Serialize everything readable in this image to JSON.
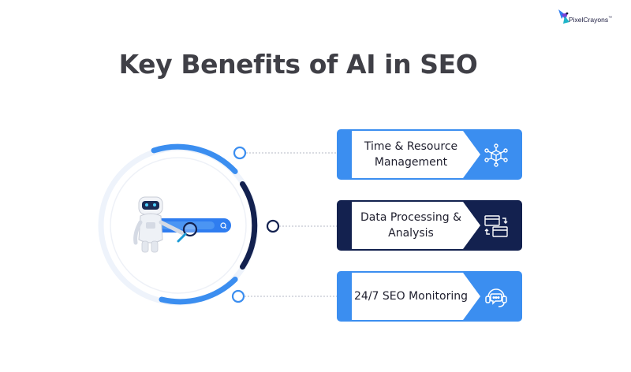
{
  "brand": {
    "name": "PixelCrayons",
    "trademark": "™"
  },
  "title": "Key Benefits of AI in SEO",
  "benefits": [
    {
      "label": "Time & Resource Management",
      "icon": "network-cube-icon",
      "theme": "blue"
    },
    {
      "label": "Data Processing & Analysis",
      "icon": "data-transfer-icon",
      "theme": "navy"
    },
    {
      "label": "24/7 SEO Monitoring",
      "icon": "support-headset-icon",
      "theme": "blue"
    }
  ],
  "colors": {
    "accent_blue": "#3b8ef0",
    "navy": "#13214f",
    "light_ring": "#eef3fb",
    "text": "#3f3f46"
  }
}
